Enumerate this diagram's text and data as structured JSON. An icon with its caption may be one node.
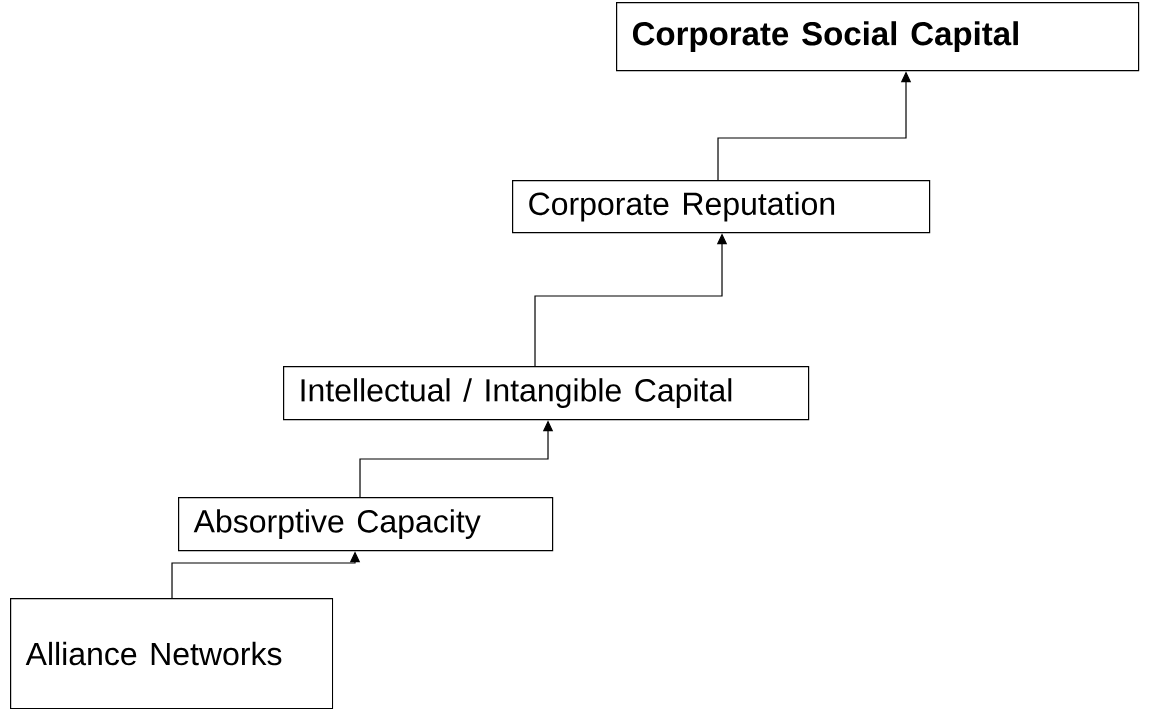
{
  "diagram": {
    "nodes": [
      {
        "text": [
          "Alliance Networks"
        ]
      },
      {
        "text": [
          "Absorptive Capacity"
        ]
      },
      {
        "text": [
          "Intellectual / Intangible Capital"
        ]
      },
      {
        "text": [
          "Corporate Reputation"
        ]
      },
      {
        "text": [
          "Corporate Social Capital"
        ]
      }
    ],
    "edges": [
      {
        "from": 0,
        "to": 1,
        "arrow": "to"
      },
      {
        "from": 1,
        "to": 2,
        "arrow": "to"
      },
      {
        "from": 2,
        "to": 3,
        "arrow": "to"
      },
      {
        "from": 3,
        "to": 4,
        "arrow": "to"
      }
    ]
  }
}
